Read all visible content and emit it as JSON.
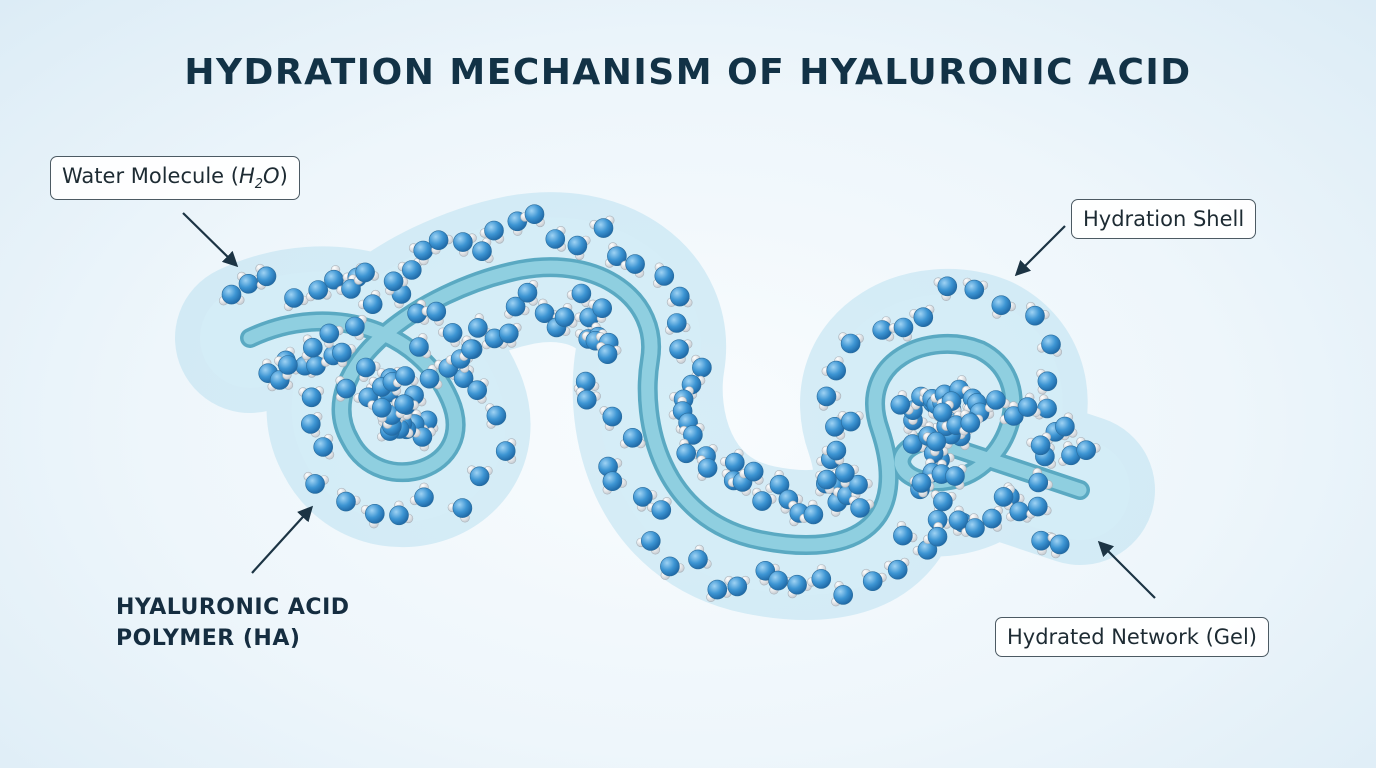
{
  "title": "HYDRATION MECHANISM OF HYALURONIC ACID",
  "labels": {
    "water_molecule": {
      "prefix": "Water Molecule (",
      "h": "H",
      "sub": "2",
      "o": "O",
      "suffix": ")"
    },
    "hydration_shell": "Hydration Shell",
    "hydrated_network": "Hydrated Network (Gel)",
    "polymer_line1": "HYALURONIC ACID",
    "polymer_line2": "POLYMER (HA)"
  },
  "colors": {
    "title": "#123246",
    "polymer_strand": "#7fc3d6",
    "hydration_shell": "#bfe2f1",
    "water_oxygen": "#3c93d1",
    "water_hydrogen": "#f2f4f6",
    "arrow": "#1c3444"
  }
}
